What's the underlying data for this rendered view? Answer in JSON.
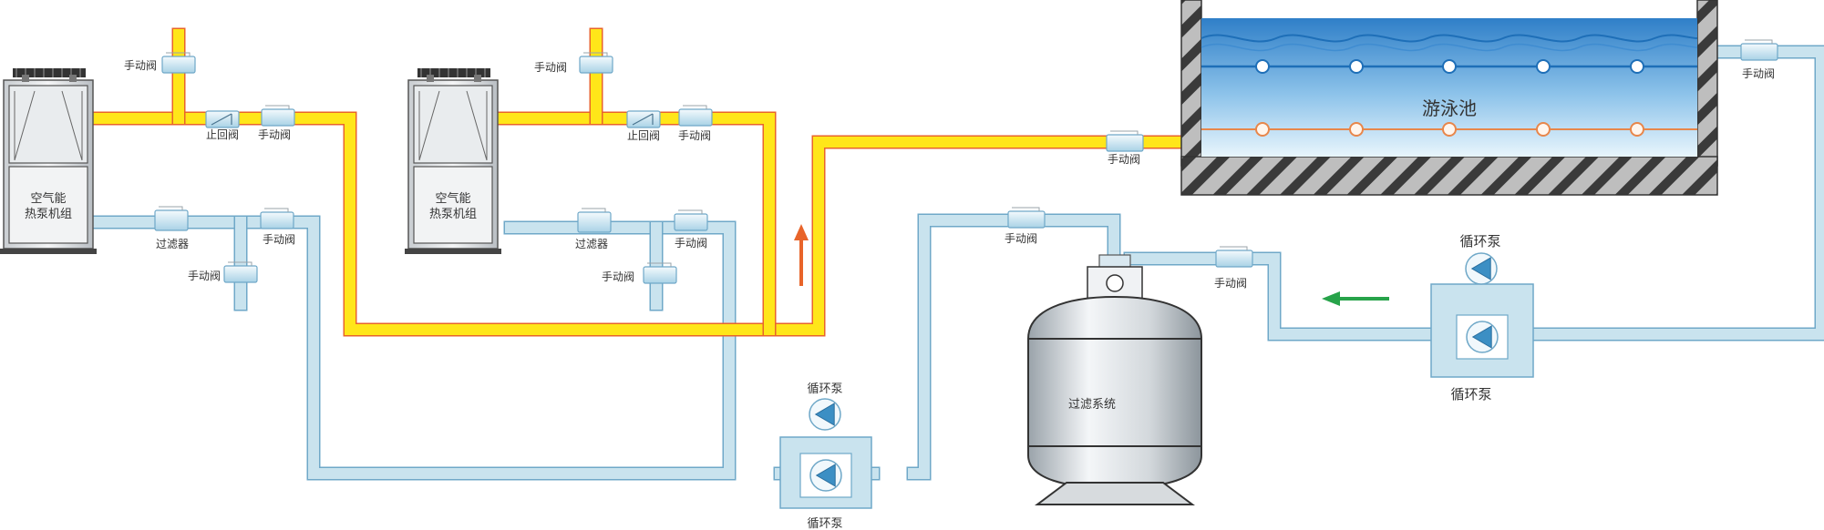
{
  "colors": {
    "hot_pipe": "#FFE619",
    "hot_pipe_edge": "#E8642A",
    "cold_pipe": "#C9E3EE",
    "cold_pipe_edge": "#6FA8C8",
    "pool_water_top": "#3F8FD0",
    "pool_water_bottom": "#DCEFFA",
    "up_arrow": "#E8642A",
    "left_arrow": "#27A34A"
  },
  "heat_pump_units": [
    {
      "line1": "空气能",
      "line2": "热泵机组"
    },
    {
      "line1": "空气能",
      "line2": "热泵机组"
    }
  ],
  "pool_label": "游泳池",
  "filter_system_label": "过滤系统",
  "valve_labels": {
    "manual": "手动阀",
    "check": "止回阀",
    "strainer": "过滤器"
  },
  "pump_label": "循环泵",
  "icons": {
    "pump": "pump-icon",
    "valve": "valve-icon",
    "check_valve": "check-valve-icon",
    "strainer": "strainer-icon",
    "up_arrow": "arrow-up-icon",
    "left_arrow": "arrow-left-icon"
  }
}
